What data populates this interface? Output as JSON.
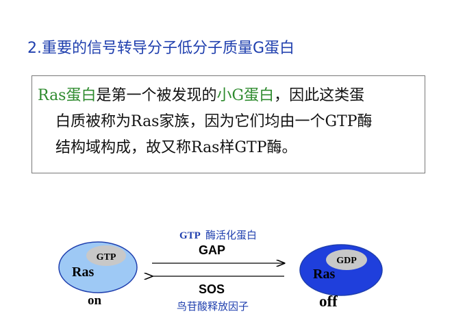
{
  "heading": "2.重要的信号转导分子低分子质量G蛋白",
  "paragraph": {
    "line1_part1": "Ras蛋白",
    "line1_part2": "是第一个被发现的",
    "line1_part3": "小G蛋白",
    "line1_part4": "，因此这类蛋",
    "line2": "白质被称为Ras家族，因为它们均由一个GTP酶",
    "line3": "结构域构成，故又称Ras样GTP酶。"
  },
  "diagram": {
    "top_label_prefix": "GTP",
    "top_label_suffix": "酶活化蛋白",
    "gap_label": "GAP",
    "sos_label": "SOS",
    "bottom_label": "鸟苷酸释放因子",
    "left_node": {
      "name": "Ras",
      "badge": "GTP",
      "state": "on"
    },
    "right_node": {
      "name": "Ras",
      "badge": "GDP",
      "state": "off"
    },
    "colors": {
      "left_fill": "#9ec9f5",
      "right_fill": "#1f3fdc",
      "badge_fill": "#c8c8c8",
      "label_blue": "#1f3fae",
      "green": "#2d8a2d"
    }
  }
}
